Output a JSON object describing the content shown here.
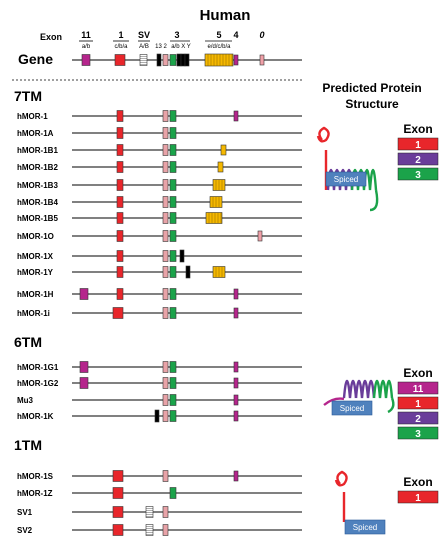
{
  "title": "Human",
  "exon_header": {
    "label": "Exon",
    "numbers": [
      "11",
      "1",
      "SV",
      "3",
      "5",
      "4",
      "0"
    ],
    "sub": [
      "a/b",
      "c/b/a",
      "A/B",
      "a/b X Y",
      "e/d/c/b/a"
    ],
    "small": "13 2"
  },
  "gene_label": "Gene",
  "sections": [
    {
      "title": "7TM",
      "rows": [
        {
          "label": "hMOR-1"
        },
        {
          "label": "hMOR-1A"
        },
        {
          "label": "hMOR-1B1"
        },
        {
          "label": "hMOR-1B2"
        },
        {
          "label": "hMOR-1B3"
        },
        {
          "label": "hMOR-1B4"
        },
        {
          "label": "hMOR-1B5"
        },
        {
          "label": "hMOR-1O"
        },
        {
          "label": "hMOR-1X"
        },
        {
          "label": "hMOR-1Y"
        },
        {
          "label": "hMOR-1H"
        },
        {
          "label": "hMOR-1i"
        }
      ]
    },
    {
      "title": "6TM",
      "rows": [
        {
          "label": "hMOR-1G1"
        },
        {
          "label": "hMOR-1G2"
        },
        {
          "label": "Mu3"
        },
        {
          "label": "hMOR-1K"
        }
      ]
    },
    {
      "title": "1TM",
      "rows": [
        {
          "label": "hMOR-1S"
        },
        {
          "label": "hMOR-1Z"
        },
        {
          "label": "SV1"
        },
        {
          "label": "SV2"
        }
      ]
    }
  ],
  "protein_title": "Predicted Protein Structure",
  "legends": [
    {
      "title": "Exon",
      "items": [
        {
          "label": "1",
          "color": "#e8262b"
        },
        {
          "label": "2",
          "color": "#6a3d9a"
        },
        {
          "label": "3",
          "color": "#1ba34a"
        }
      ]
    },
    {
      "title": "Exon",
      "items": [
        {
          "label": "11",
          "color": "#b5258c"
        },
        {
          "label": "1",
          "color": "#e8262b"
        },
        {
          "label": "2",
          "color": "#6a3d9a"
        },
        {
          "label": "3",
          "color": "#1ba34a"
        }
      ]
    },
    {
      "title": "Exon",
      "items": [
        {
          "label": "1",
          "color": "#e8262b"
        }
      ]
    }
  ],
  "spliced_label": "Spiced",
  "colors": {
    "exon11": "#b5258c",
    "exon1": "#e8262b",
    "exon2": "#e8a3a8",
    "exon3": "#1ba34a",
    "exon5": "#f5b800",
    "exon4": "#b5258c",
    "exon0": "#f0a0a8",
    "black": "#000000",
    "sv": "#ffffff",
    "spliced_box": "#4f81bd"
  }
}
